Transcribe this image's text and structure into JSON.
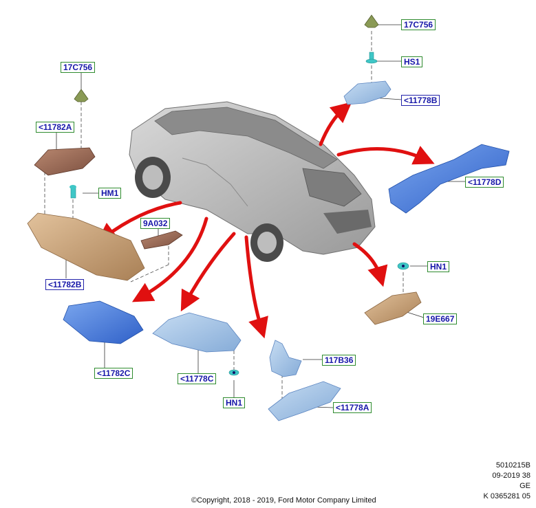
{
  "callouts": {
    "c1": "17C756",
    "c2": "HS1",
    "c3": "<11778B",
    "c4": "17C756",
    "c5": "<11782A",
    "c6": "HM1",
    "c7": "9A032",
    "c8": "<11782B",
    "c9": "<11778D",
    "c10": "HN1",
    "c11": "19E667",
    "c12": "<11782C",
    "c13": "<11778C",
    "c14": "117B36",
    "c15": "HN1",
    "c16": "<11778A"
  },
  "doc_info": {
    "line1": "5010215B",
    "line2": "09-2019 38",
    "line3": "GE",
    "line4": "K 0365281 05"
  },
  "copyright": "©Copyright, 2018 - 2019, Ford Motor Company Limited",
  "colors": {
    "arrow": "#e01010",
    "part_blue": "#4a7fd8",
    "part_tan": "#c9a37a",
    "part_brown": "#9b6b55",
    "fastener_green": "#8a9a55",
    "fastener_cyan": "#3fc6c6",
    "label_text": "#1616a8",
    "label_border": "#2e8b2e"
  }
}
